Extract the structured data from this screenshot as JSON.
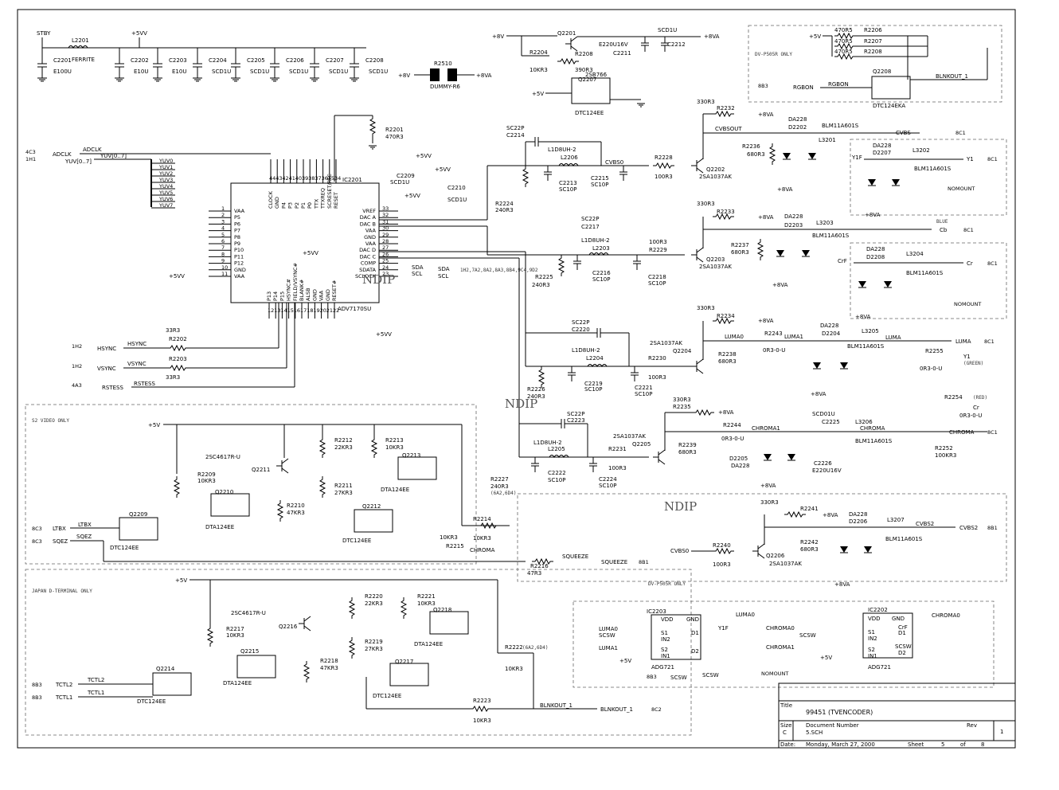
{
  "title_block": {
    "title_label": "Title",
    "title": "99451 (TVENCODER)",
    "size_label": "Size",
    "size": "C",
    "docnum_label": "Document Number",
    "docnum": "5.SCH",
    "rev_label": "Rev",
    "rev": "1",
    "date_label": "Date:",
    "date": "Monday, March 27, 2000",
    "sheet_label": "Sheet",
    "sheet": "5",
    "of_label": "of",
    "of": "8"
  },
  "rail_labels": {
    "stby": "STBY",
    "p5vv": "+5VV",
    "p8v": "+8V",
    "p8va": "+8VA",
    "p5v": "+5V"
  },
  "power_section": {
    "ferrite": "FERRITE",
    "l2201": "L2201",
    "caps": [
      {
        "ref": "C2201",
        "val": "E100U"
      },
      {
        "ref": "C2202",
        "val": "E10U"
      },
      {
        "ref": "C2203",
        "val": "E10U"
      },
      {
        "ref": "C2204",
        "val": "SCD1U"
      },
      {
        "ref": "C2205",
        "val": "SCD1U"
      },
      {
        "ref": "C2206",
        "val": "SCD1U"
      },
      {
        "ref": "C2207",
        "val": "SCD1U"
      },
      {
        "ref": "C2208",
        "val": "SCD1U"
      }
    ],
    "r2510": "R2510",
    "r2510_val": "DUMMY-R6"
  },
  "regulator": {
    "q2201": "Q2201",
    "q2201_type": "2SB766",
    "r2204": "R2204",
    "r2204_val": "10KR3",
    "r2208": "R2208",
    "r2208_val": "390R3",
    "c2211": "C2211",
    "c2211_val": "E220U16V",
    "c2212": "C2212",
    "c2212_val": "SCD1U",
    "q2207": "Q2207",
    "q2207_type": "DTC124EE"
  },
  "rgb_section": {
    "note": "DV-P505R ONLY",
    "r2206": "R2206",
    "r2207": "R2207",
    "r2208": "R2208",
    "rval": "470R5",
    "q2208": "Q2208",
    "q2208_type": "DTC124EKA",
    "rgbon": "RGBON",
    "blnkout1": "BLNKOUT_1",
    "code": "8B3"
  },
  "encoder": {
    "ref": "IC2201",
    "part": "ADV7170SU",
    "left_pins": [
      {
        "num": "1",
        "name": "VAA"
      },
      {
        "num": "2",
        "name": "P5"
      },
      {
        "num": "3",
        "name": "P6"
      },
      {
        "num": "4",
        "name": "P7"
      },
      {
        "num": "5",
        "name": "P8"
      },
      {
        "num": "6",
        "name": "P9"
      },
      {
        "num": "7",
        "name": "P10"
      },
      {
        "num": "8",
        "name": "P11"
      },
      {
        "num": "9",
        "name": "P12"
      },
      {
        "num": "10",
        "name": "GND"
      },
      {
        "num": "11",
        "name": "VAA"
      }
    ],
    "top_pins": [
      {
        "num": "44",
        "name": "CLOCK"
      },
      {
        "num": "43",
        "name": "GND"
      },
      {
        "num": "42",
        "name": "P4"
      },
      {
        "num": "41",
        "name": "P3"
      },
      {
        "num": "40",
        "name": "P2"
      },
      {
        "num": "39",
        "name": "P1"
      },
      {
        "num": "38",
        "name": "P0"
      },
      {
        "num": "37",
        "name": "TTX"
      },
      {
        "num": "36",
        "name": "TTXREQ"
      },
      {
        "num": "35",
        "name": "SCRESET/RTC"
      },
      {
        "num": "34",
        "name": "RESET"
      }
    ],
    "right_pins": [
      {
        "num": "33",
        "name": "VREF"
      },
      {
        "num": "32",
        "name": "DAC A"
      },
      {
        "num": "31",
        "name": "DAC B"
      },
      {
        "num": "30",
        "name": "VAA"
      },
      {
        "num": "29",
        "name": "GND"
      },
      {
        "num": "28",
        "name": "VAA"
      },
      {
        "num": "27",
        "name": "DAC D"
      },
      {
        "num": "26",
        "name": "DAC C"
      },
      {
        "num": "25",
        "name": "COMP"
      },
      {
        "num": "24",
        "name": "SDATA"
      },
      {
        "num": "23",
        "name": "SCLOCK"
      }
    ],
    "bottom_pins": [
      {
        "num": "12",
        "name": "P13"
      },
      {
        "num": "13",
        "name": "P14"
      },
      {
        "num": "14",
        "name": "P15"
      },
      {
        "num": "15",
        "name": "HSYNC#"
      },
      {
        "num": "16",
        "name": "FIELD/VSYNC#"
      },
      {
        "num": "17",
        "name": "BLANK#"
      },
      {
        "num": "18",
        "name": "ALSB"
      },
      {
        "num": "19",
        "name": "GND"
      },
      {
        "num": "20",
        "name": "VAA"
      },
      {
        "num": "21",
        "name": "GND"
      },
      {
        "num": "22",
        "name": "RESET#"
      }
    ],
    "r2201": "R2201",
    "r2201_val": "470R3",
    "c2209": "C2209",
    "c2209_val": "SCD1U",
    "c2210": "C2210",
    "c2210_val": "SCD1U"
  },
  "video_bus": {
    "adclk": "ADCLK",
    "yuv": "YUV[0..7]",
    "lines": [
      "YUV0",
      "YUV1",
      "YUV2",
      "YUV3",
      "YUV4",
      "YUV5",
      "YUV6",
      "YUV7"
    ],
    "code1": "4C3",
    "code2": "1H1",
    "sda": "SDA",
    "scl": "SCL",
    "bus_note": "1H2,7A2,8A2,8A3,8B4,9C4,9D2"
  },
  "sync_inputs": {
    "hsync": "HSYNC",
    "vsync": "VSYNC",
    "rstess": "RSTESS",
    "r2202": "R2202",
    "r2203": "R2203",
    "rval": "33R3",
    "code_h": "1H2",
    "code_v": "1H2",
    "code_r": "4A3"
  },
  "cvbs_stage": {
    "c2214": "C2214",
    "c2214_val": "SC22P",
    "l2206": "L2206",
    "lval": "L1D8UH-2",
    "c2213": "C2213",
    "c2215": "C2215",
    "cval": "SC10P",
    "r2224": "R2224",
    "r2224_val": "240R3",
    "r2228": "R2228",
    "r2228_val": "100R3",
    "q2202": "Q2202",
    "qtype": "2SA1037AK",
    "r2232": "R2232",
    "r2232_val": "330R3",
    "r2236": "R2236",
    "r2236_val": "680R3",
    "cvbsout": "CVBSOUT",
    "cvbs0": "CVBS0",
    "da": "DA228",
    "d2202": "D2202",
    "l3201": "L3201",
    "blm": "BLM11A601S",
    "cvbs": "CVBS",
    "code": "8C1"
  },
  "y1f_stage": {
    "y1f": "Y1F",
    "d2207": "D2207",
    "l3202": "L3202",
    "y1": "Y1",
    "code": "8C1",
    "note": "NOMOUNT"
  },
  "cb_stage": {
    "c2217": "C2217",
    "l2203": "L2203",
    "c2216": "C2216",
    "c2218": "C2218",
    "r2225": "R2225",
    "r2229": "R2229",
    "q2203": "Q2203",
    "r2233": "R2233",
    "r2237": "R2237",
    "d2203": "D2203",
    "l3203": "L3203",
    "cb": "Cb",
    "code": "8C1",
    "blue": "BLUE"
  },
  "cr_stage": {
    "crf": "CrF",
    "d2208": "D2208",
    "l3204": "L3204",
    "cr": "Cr",
    "code": "8C1",
    "note": "NOMOUNT"
  },
  "luma_stage": {
    "c2220": "C2220",
    "l2204": "L2204",
    "c2219": "C2219",
    "c2221": "C2221",
    "r2226": "R2226",
    "r2230": "R2230",
    "q2204": "Q2204",
    "r2234": "R2234",
    "r2238": "R2238",
    "r2243": "R2243",
    "r0": "0R3-0-U",
    "luma0": "LUMA0",
    "luma1": "LUMA1",
    "d2204": "D2204",
    "l3205": "L3205",
    "luma": "LUMA",
    "code": "8C1",
    "r2255": "R2255",
    "y1": "Y1",
    "green": "(GREEN)"
  },
  "chroma_stage": {
    "c2223": "C2223",
    "l2205": "L2205",
    "c2222": "C2222",
    "c2224": "C2224",
    "r2227": "R2227",
    "r2227_note": "(6A2,6D4)",
    "r2231": "R2231",
    "q2205": "Q2205",
    "r2235": "R2235",
    "r2239": "R2239",
    "r2244": "R2244",
    "chroma1": "CHROMA1",
    "d2205": "D2205",
    "c2225": "C2225",
    "c2225_val": "SCD01U",
    "c2226": "C2226",
    "c2226_val": "E220U16V",
    "l3206": "L3206",
    "chroma": "CHROMA",
    "r2252": "R2252",
    "r2252_val": "100KR3",
    "r2254": "R2254",
    "red": "(RED)",
    "cr": "Cr",
    "code": "8C1"
  },
  "cvbs2_stage": {
    "r2241": "R2241",
    "r2242": "R2242",
    "r2240": "R2240",
    "q2206": "Q2206",
    "cvbs0": "CVBS0",
    "d2206": "D2206",
    "l3207": "L3207",
    "cvbs2": "CVBS2",
    "code": "8B1"
  },
  "s_video": {
    "note": "S2 VIDEO ONLY",
    "q2211": "Q2211",
    "q2211_type": "2SC4617R-U",
    "r2209": "R2209",
    "r2209_val": "10KR3",
    "q2210": "Q2210",
    "q2210_type": "DTA124EE",
    "q2209": "Q2209",
    "q2209_type": "DTC124EE",
    "r2212": "R2212",
    "r2212_val": "22KR3",
    "r2211": "R2211",
    "r2211_val": "27KR3",
    "r2210": "R2210",
    "r2210_val": "47KR3",
    "r2213": "R2213",
    "r2213_val": "10KR3",
    "q2213": "Q2213",
    "q2213_type": "DTA124EE",
    "q2212": "Q2212",
    "q2212_type": "DTC124EE",
    "r2214": "R2214",
    "r2215": "R2215",
    "rval": "10KR3",
    "chroma": "CHROMA",
    "ltbx": "LTBX",
    "sqez": "SQEZ",
    "code_l": "8C3",
    "code_s": "8C3",
    "r2216": "R2216",
    "r2216_val": "47R3",
    "squeeze": "SQUEEZE",
    "code_sq": "8B1"
  },
  "d_terminal": {
    "note": "JAPAN D-TERMINAL ONLY",
    "q2216": "Q2216",
    "q2216_type": "2SC4617R-U",
    "r2217": "R2217",
    "r2217_val": "10KR3",
    "q2215": "Q2215",
    "q2215_type": "DTA124EE",
    "q2214": "Q2214",
    "q2214_type": "DTC124EE",
    "r2220": "R2220",
    "r2220_val": "22KR3",
    "r2219": "R2219",
    "r2219_val": "27KR3",
    "r2218": "R2218",
    "r2218_val": "47KR3",
    "r2221": "R2221",
    "r2221_val": "10KR3",
    "q2218": "Q2218",
    "q2218_type": "DTA124EE",
    "q2217": "Q2217",
    "q2217_type": "DTC124EE",
    "r2222": "R2222",
    "r2222_note": "(6A2,6D4)",
    "r2223": "R2223",
    "rval": "10KR3",
    "tctl2": "TCTL2",
    "tctl1": "TCTL1",
    "code_2": "8B3",
    "code_1": "8B3",
    "blnkout": "BLNKOUT_1",
    "code_b": "8C2"
  },
  "switches": {
    "note": "DV-P505R ONLY",
    "ic2203": "IC2203",
    "ic2202": "IC2202",
    "part": "ADG721",
    "vdd": "VDD",
    "gnd": "GND",
    "s1": "S1",
    "in2": "IN2",
    "s2": "S2",
    "in1": "IN1",
    "d1": "D1",
    "d2": "D2",
    "luma0": "LUMA0",
    "luma1": "LUMA1",
    "scsw": "SCSW",
    "y1f": "Y1F",
    "chroma0": "CHROMA0",
    "chroma1": "CHROMA1",
    "crf": "CrF",
    "code": "8B3",
    "nomount": "NOMOUNT"
  },
  "watermark": "NDIP"
}
